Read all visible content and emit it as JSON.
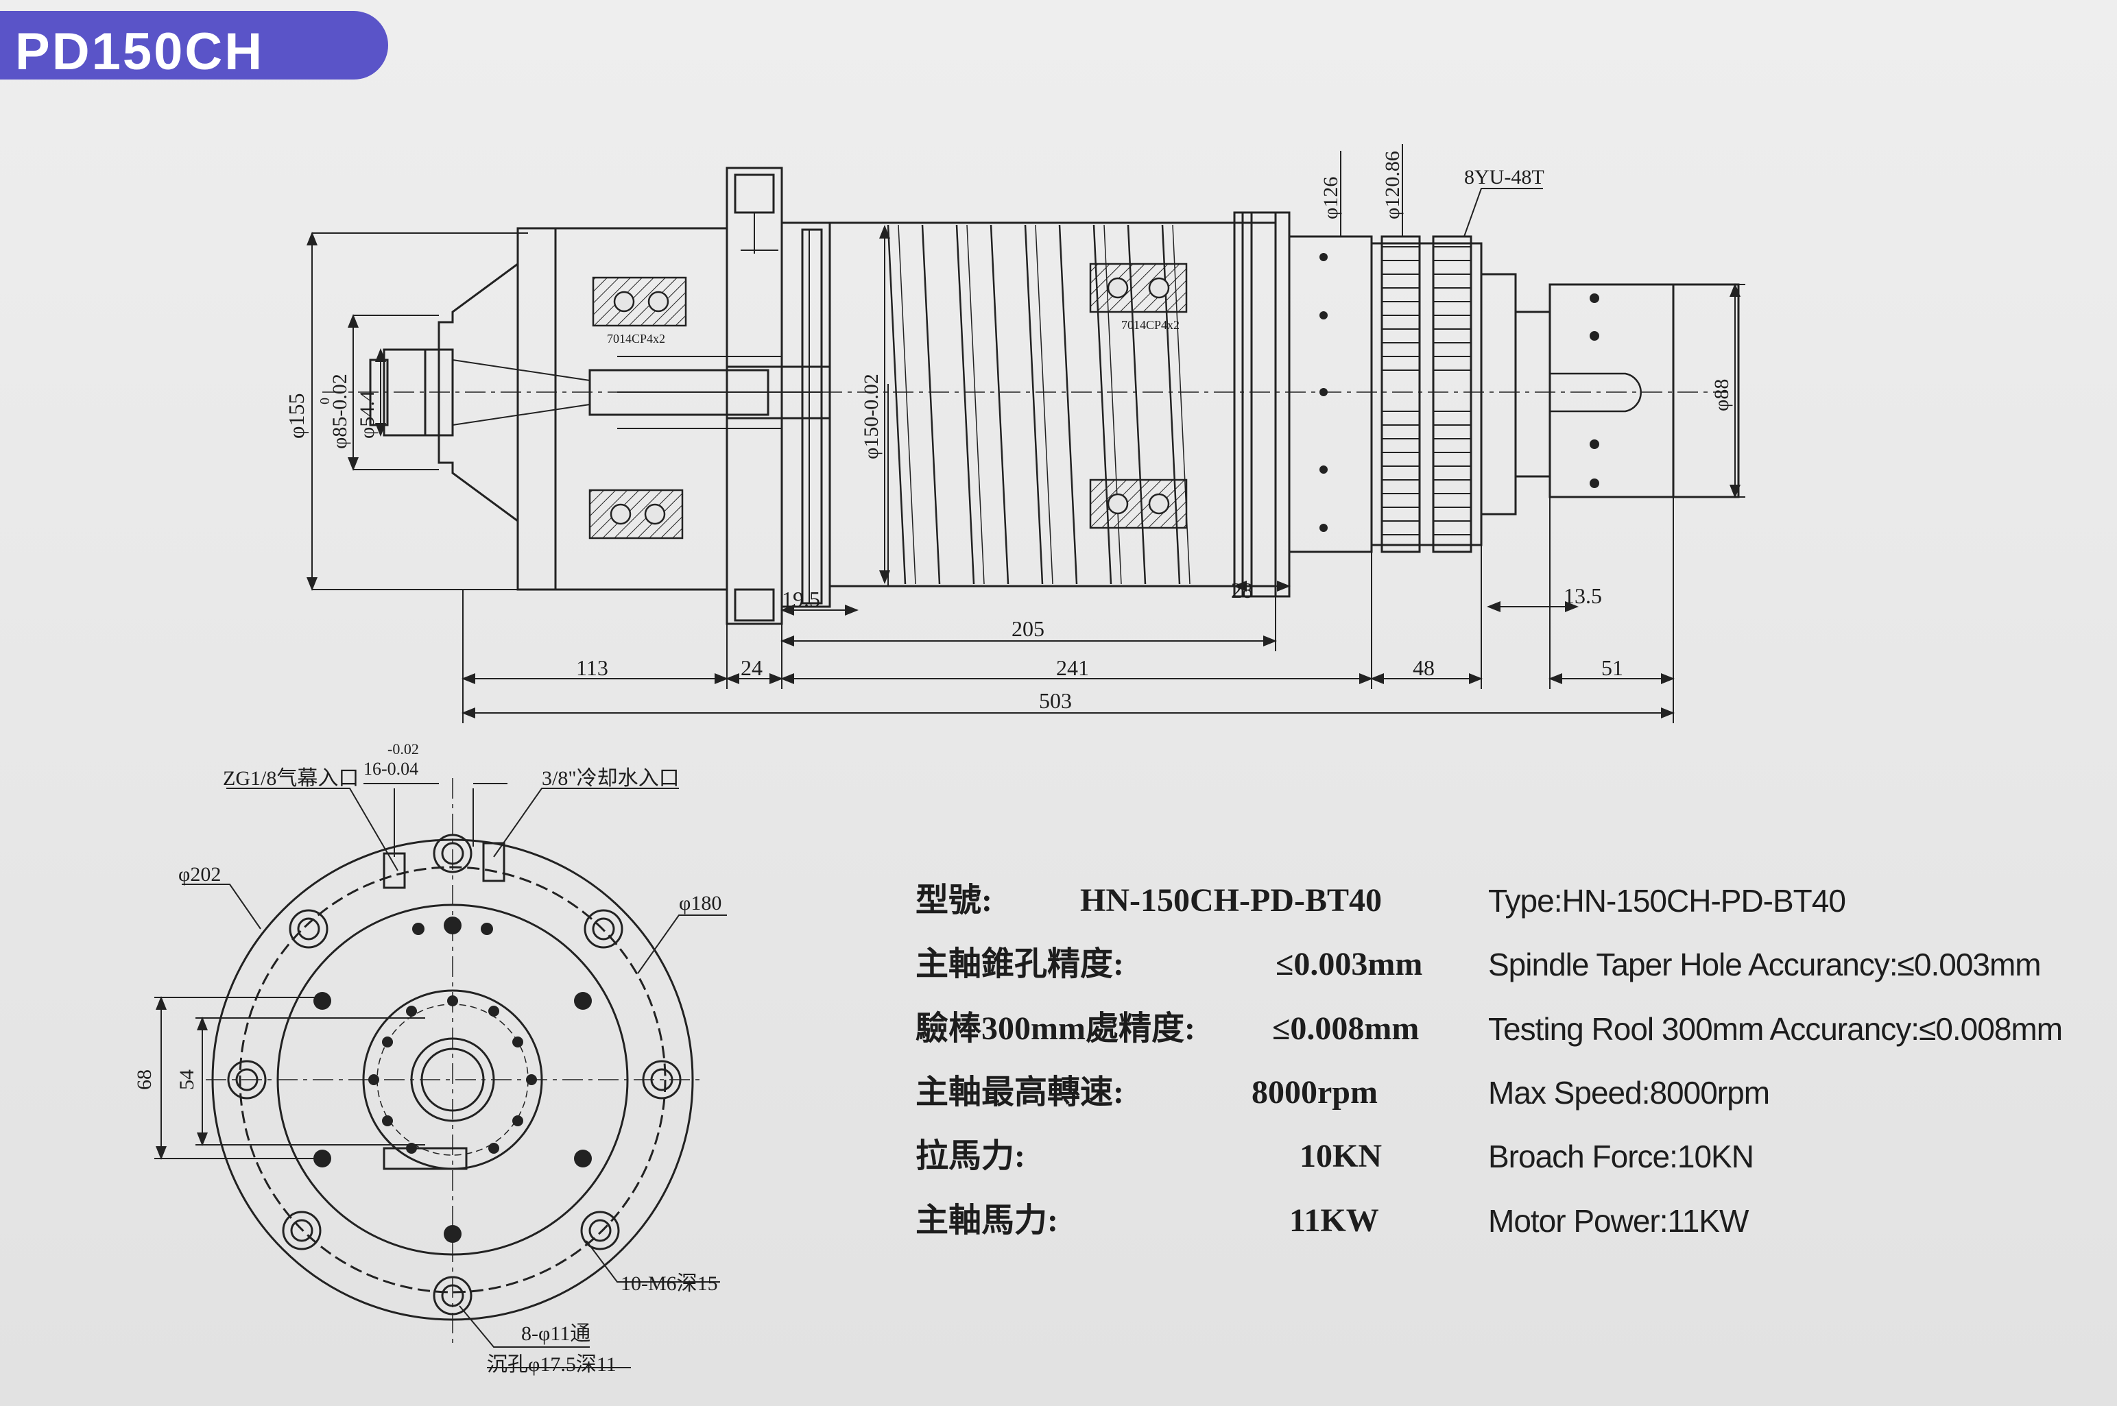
{
  "model_badge": "PD150CH",
  "side_view": {
    "labels": {
      "bearing_left": "7014CP4x2",
      "bearing_right": "7014CP4x2",
      "dia_155": "φ155",
      "dia_85": "φ85-0.02",
      "dia_85_tol": "0",
      "dia_54": "φ54.4",
      "dia_150": "φ150-0.02",
      "dia_126": "φ126",
      "dia_120": "φ120.86",
      "pulley": "8YU-48T",
      "dia_88": "φ88",
      "dim_19_5": "19.5",
      "dim_28": "28",
      "dim_13_5": "13.5",
      "dim_205": "205",
      "dim_113": "113",
      "dim_24": "24",
      "dim_241": "241",
      "dim_48": "48",
      "dim_51": "51",
      "dim_503": "503"
    }
  },
  "front_view": {
    "labels": {
      "air_inlet": "ZG1/8气幕入口",
      "tol_top": "-0.02",
      "tol_dim": "16-0.04",
      "coolant_inlet": "3/8\"冷却水入口",
      "dia_202": "φ202",
      "dia_180": "φ180",
      "dim_68": "68",
      "dim_54": "54",
      "threads": "10-M6深15",
      "holes": "8-φ11通",
      "counterbore": "沉孔φ17.5深11"
    }
  },
  "specs": [
    {
      "label": "型號:",
      "value": "HN-150CH-PD-BT40",
      "en": "Type:HN-150CH-PD-BT40"
    },
    {
      "label": "主軸錐孔精度:",
      "value": "≤0.003mm",
      "en": "Spindle Taper Hole Accurancy:≤0.003mm"
    },
    {
      "label": "驗棒300mm處精度:",
      "value": "≤0.008mm",
      "en": "Testing Rool 300mm Accurancy:≤0.008mm"
    },
    {
      "label": "主軸最高轉速:",
      "value": "8000rpm",
      "en": "Max Speed:8000rpm"
    },
    {
      "label": "拉馬力:",
      "value": "10KN",
      "en": "Broach Force:10KN"
    },
    {
      "label": "主軸馬力:",
      "value": "11KW",
      "en": "Motor Power:11KW"
    }
  ]
}
